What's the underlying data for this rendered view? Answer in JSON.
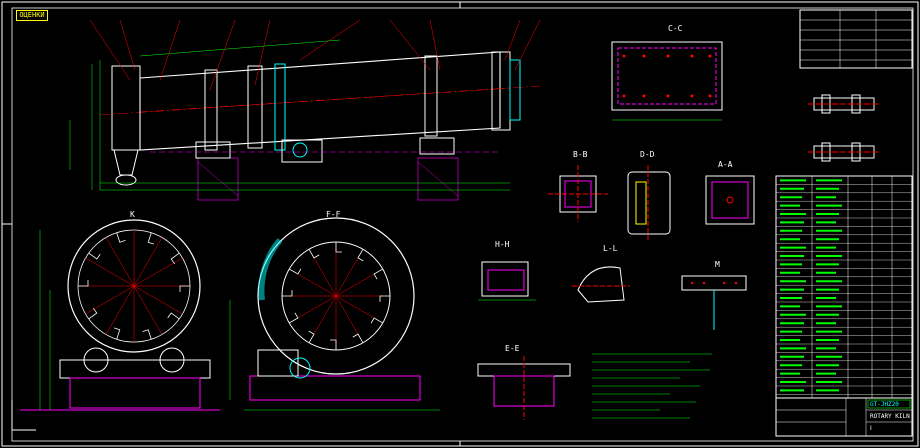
{
  "drawing": {
    "corner_tag": "ОЦЕНКИ",
    "colors": {
      "background": "#000000",
      "frame": "#ffffff",
      "outline": "#ffffff",
      "center": "#ff0000",
      "dimension": "#00ff00",
      "section": "#ff00ff",
      "hatch": "#ff00ff",
      "accent": "#ffff00",
      "cyan": "#00ffff"
    },
    "section_labels": {
      "cc": "C-C",
      "bb": "B-B",
      "dd": "D-D",
      "aa": "A-A",
      "hh": "H-H",
      "ee": "E-E",
      "ff": "F-F",
      "ll": "L-L",
      "mm": "M",
      "kk": "K"
    },
    "title_block": {
      "drawing_no": "GT-JHZ20",
      "title": "ROTARY KILN",
      "revision": "Ⅰ"
    }
  }
}
